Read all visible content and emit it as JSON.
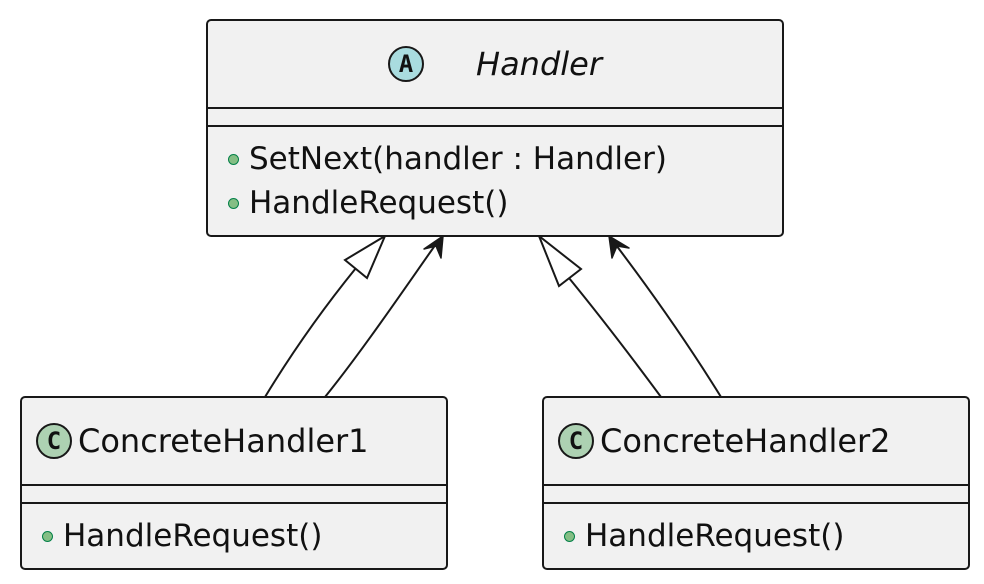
{
  "classes": {
    "handler": {
      "stereotype": "A",
      "name": "Handler",
      "methods": [
        "SetNext(handler : Handler)",
        "HandleRequest()"
      ]
    },
    "concrete1": {
      "stereotype": "C",
      "name": "ConcreteHandler1",
      "methods": [
        "HandleRequest()"
      ]
    },
    "concrete2": {
      "stereotype": "C",
      "name": "ConcreteHandler2",
      "methods": [
        "HandleRequest()"
      ]
    }
  },
  "relations": [
    {
      "from": "ConcreteHandler1",
      "to": "Handler",
      "type": "generalization"
    },
    {
      "from": "ConcreteHandler1",
      "to": "Handler",
      "type": "association"
    },
    {
      "from": "ConcreteHandler2",
      "to": "Handler",
      "type": "generalization"
    },
    {
      "from": "ConcreteHandler2",
      "to": "Handler",
      "type": "association"
    }
  ],
  "colors": {
    "abstract_badge": "#a9dcdf",
    "class_badge": "#add1b2",
    "class_fill": "#f1f1f1",
    "public_marker": "#84be84",
    "line": "#181818"
  }
}
